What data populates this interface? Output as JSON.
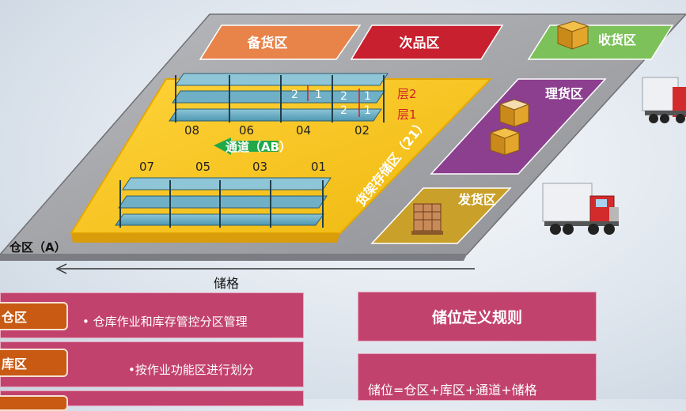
{
  "zones": {
    "prepare": "备货区",
    "defective": "次品区",
    "receiving": "收货区",
    "sorting": "理货区",
    "shipping": "发货区",
    "rack_storage": "货架存储区（21）",
    "aisle": "通道（AB）",
    "warehouse": "仓区（A）"
  },
  "shelf_numbers_top": [
    "08",
    "06",
    "04",
    "02"
  ],
  "shelf_numbers_bottom": [
    "07",
    "05",
    "03",
    "01"
  ],
  "layers": {
    "layer2": "层2",
    "layer1": "层1"
  },
  "cell_marks": [
    "2",
    "1",
    "2",
    "1",
    "2",
    "1"
  ],
  "bin_label": "储格",
  "definitions": {
    "warehouse_tag": "仓区",
    "warehouse_desc": "• 仓库作业和库存管控分区管理",
    "area_tag": "库区",
    "area_desc": "•按作业功能区进行划分"
  },
  "rule": {
    "title": "储位定义规则",
    "formula": "储位=仓区+库区+通道+储格"
  },
  "colors": {
    "prepare": "#e8834a",
    "defective": "#c8202e",
    "receiving": "#7dc15a",
    "sorting": "#8c3f8f",
    "shipping": "#c9a02a",
    "rack_floor": "#f6c21f",
    "platform": "#a9a9ad",
    "rule_box": "#c2426e",
    "tag": "#c85a14"
  }
}
